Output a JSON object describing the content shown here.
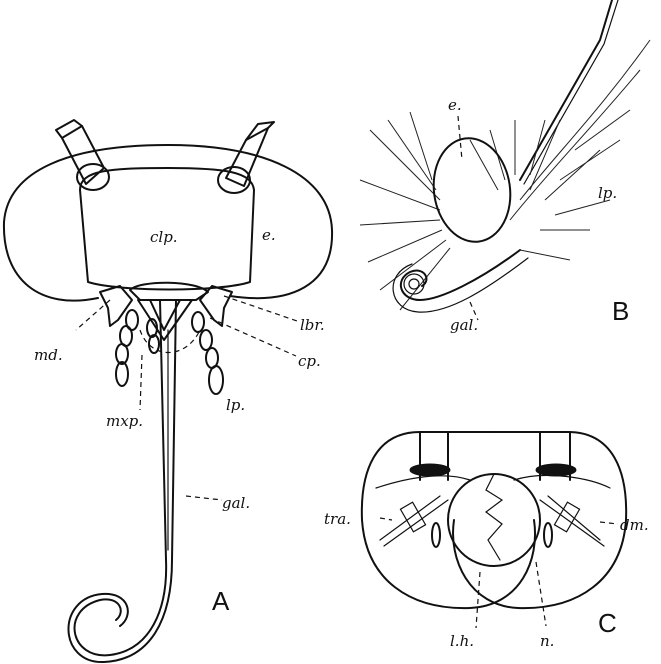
{
  "figure": {
    "panels": {
      "a": "A",
      "b": "B",
      "c": "C"
    },
    "labels_a": {
      "clp": "clp.",
      "e": "e.",
      "lbr": "lbr.",
      "cp": "cp.",
      "md": "md.",
      "lp": "lp.",
      "mxp": "mxp.",
      "gal": "gal."
    },
    "labels_b": {
      "e": "e.",
      "lp": "lp.",
      "gal": "gal."
    },
    "labels_c": {
      "tra": "tra.",
      "dm": "dm.",
      "lh": "l.h.",
      "n": "n."
    }
  }
}
